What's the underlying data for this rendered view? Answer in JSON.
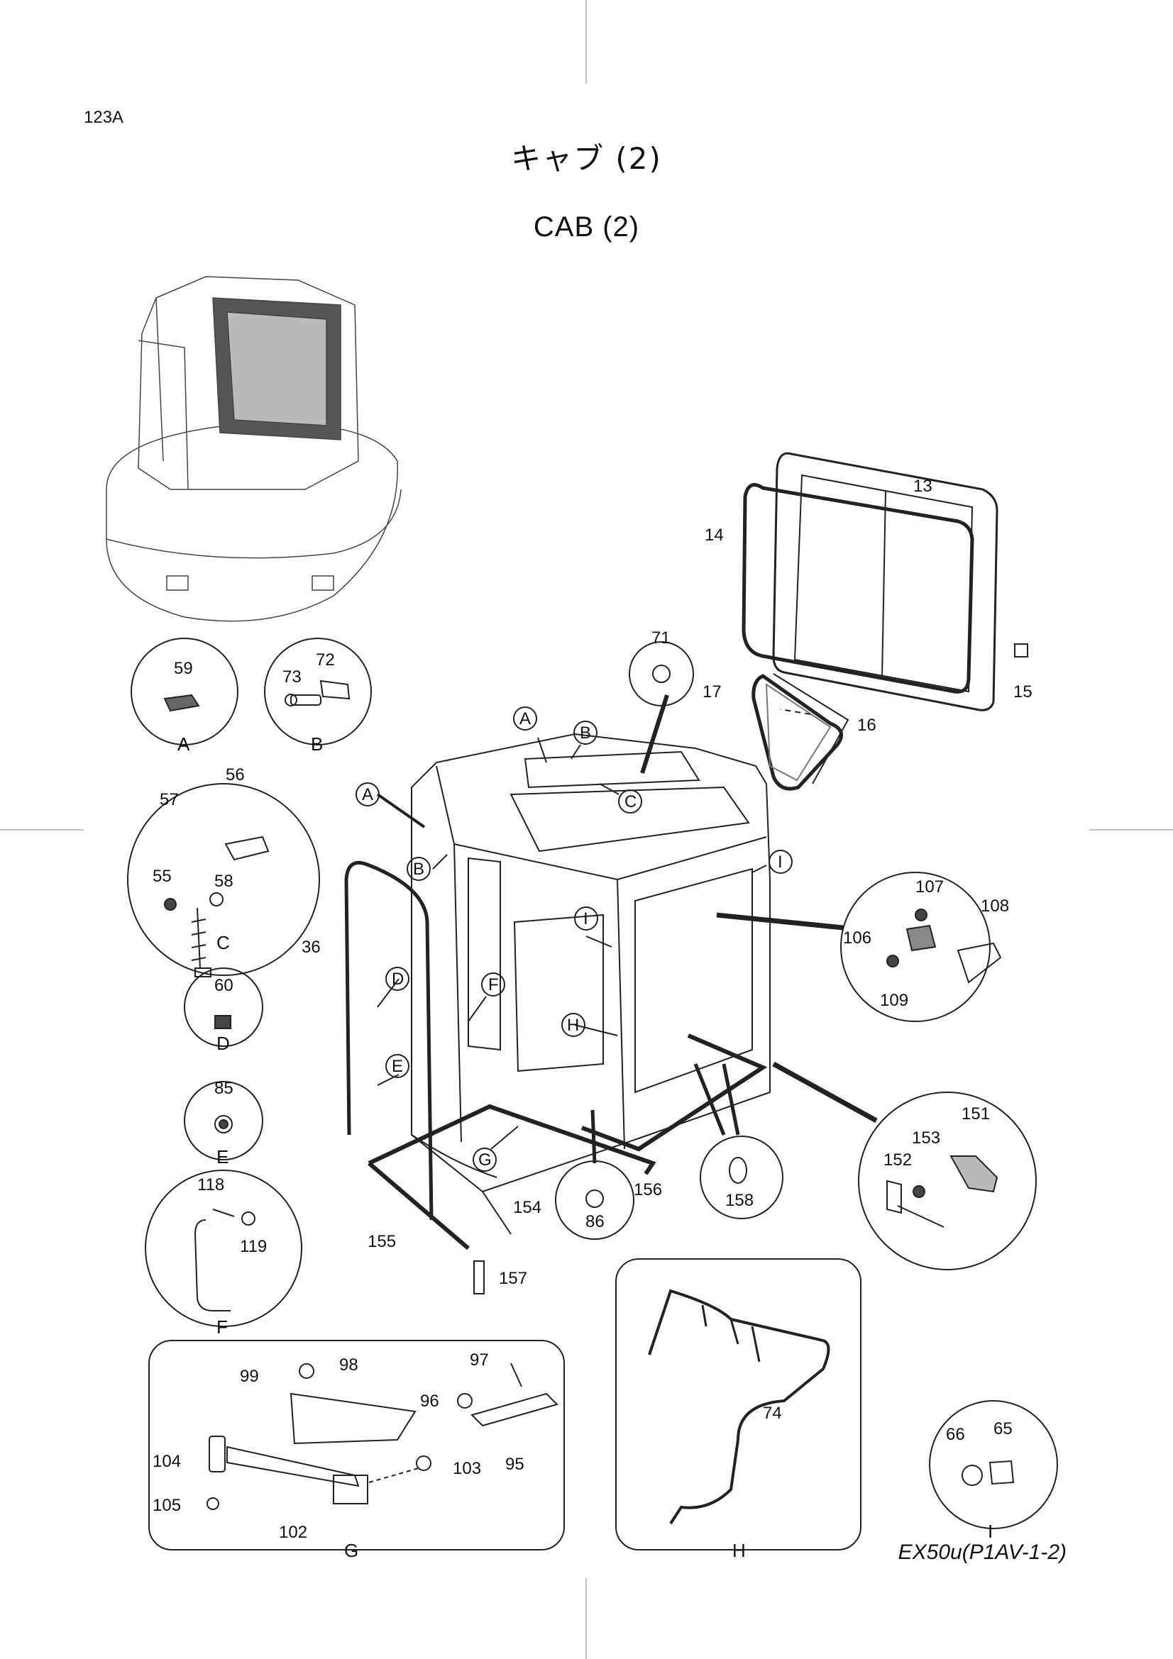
{
  "header": {
    "page_id": "123A",
    "title_jp": "キャブ (2)",
    "title_en": "CAB (2)"
  },
  "footer": {
    "model": "EX50u(P1AV-1-2)"
  },
  "callouts": {
    "p13": "13",
    "p14": "14",
    "p15": "15",
    "p16": "16",
    "p17": "17",
    "p36": "36",
    "p55": "55",
    "p56": "56",
    "p57": "57",
    "p58": "58",
    "p59": "59",
    "p60": "60",
    "p65": "65",
    "p66": "66",
    "p71": "71",
    "p72": "72",
    "p73": "73",
    "p74": "74",
    "p85": "85",
    "p86": "86",
    "p95": "95",
    "p96": "96",
    "p97": "97",
    "p98": "98",
    "p99": "99",
    "p102": "102",
    "p103": "103",
    "p104": "104",
    "p105": "105",
    "p106": "106",
    "p107": "107",
    "p108": "108",
    "p109": "109",
    "p118": "118",
    "p119": "119",
    "p151": "151",
    "p152": "152",
    "p153": "153",
    "p154": "154",
    "p155": "155",
    "p156": "156",
    "p157": "157",
    "p158": "158"
  },
  "detail_labels": {
    "A": "A",
    "B": "B",
    "C": "C",
    "D": "D",
    "E": "E",
    "F": "F",
    "G": "G",
    "H": "H",
    "I": "I"
  }
}
